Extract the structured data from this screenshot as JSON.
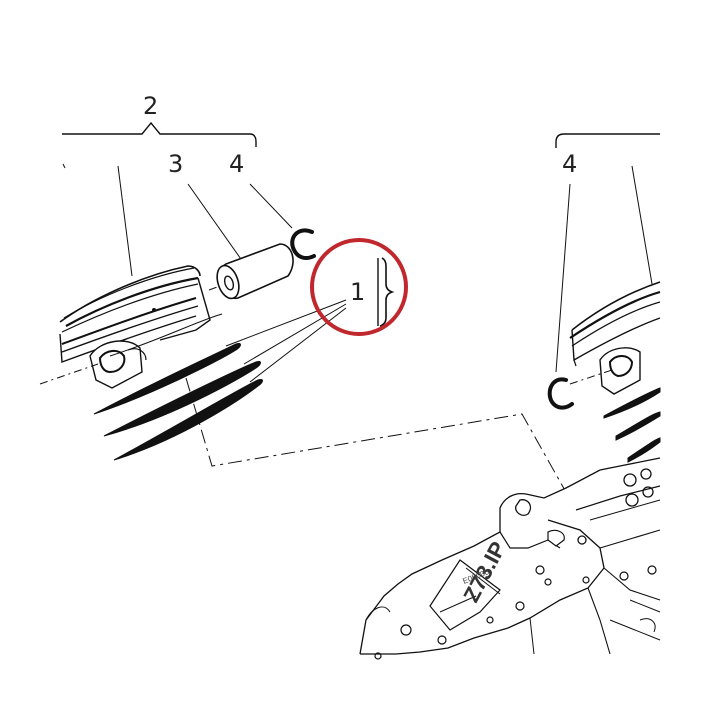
{
  "diagram": {
    "callouts": {
      "ring_set": "1",
      "piston_assembly": "2",
      "piston_pin": "3",
      "circlip_left": "4",
      "circlip_right": "4"
    },
    "casting": {
      "part_number": "Z73.IP",
      "small_mark": "E05000"
    },
    "highlight_color": "#c0282d",
    "line_color": "#111111"
  }
}
